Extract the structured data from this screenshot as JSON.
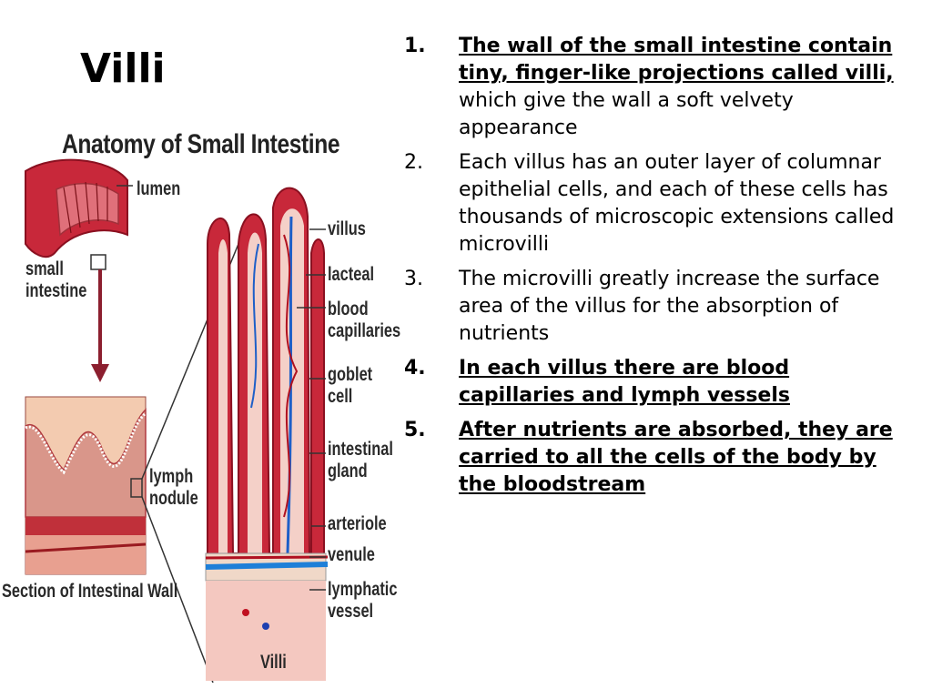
{
  "slide": {
    "title": "Villi"
  },
  "figure": {
    "title": "Anatomy of Small Intestine",
    "labels": {
      "lumen": "lumen",
      "small_intestine_1": "small",
      "small_intestine_2": "intestine",
      "villus": "villus",
      "lacteal": "lacteal",
      "blood_1": "blood",
      "blood_2": "capillaries",
      "goblet_1": "goblet",
      "goblet_2": "cell",
      "gland_1": "intestinal",
      "gland_2": "gland",
      "lymph_1": "lymph",
      "lymph_2": "nodule",
      "arteriole": "arteriole",
      "venule": "venule",
      "lymphatic_1": "lymphatic",
      "lymphatic_2": "vessel",
      "section": "Section of Intestinal Wall",
      "villi": "Villi"
    }
  },
  "points": [
    {
      "number": "1.",
      "bold_part": "The wall of the small intestine contain tiny, finger-like projections called villi, ",
      "plain_part": "which give the wall a soft velvety appearance"
    },
    {
      "number": "2.",
      "plain": "Each villus has an outer layer of columnar epithelial cells, and each of these cells has thousands of microscopic extensions called microvilli"
    },
    {
      "number": "3.",
      "plain": "The microvilli greatly increase the surface area of the villus for the absorption of nutrients"
    },
    {
      "number": "4.",
      "bold": "In each villus there are blood capillaries and lymph vessels"
    },
    {
      "number": "5.",
      "bold": "After nutrients are absorbed, they are carried to all the cells of the body by the bloodstream"
    }
  ]
}
